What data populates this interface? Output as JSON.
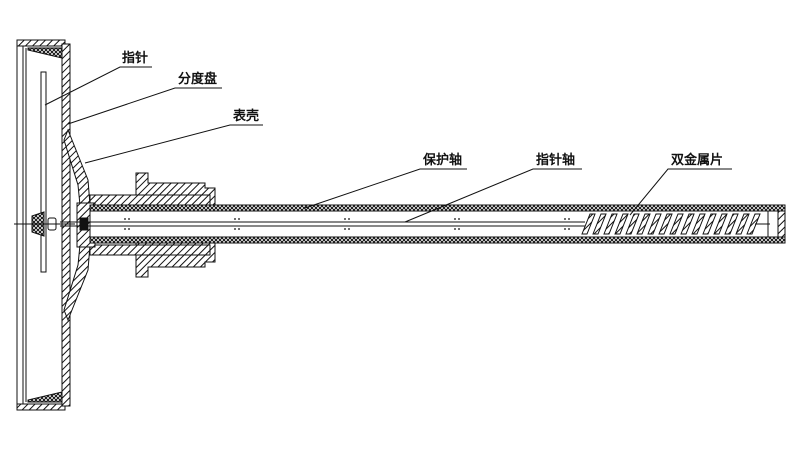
{
  "diagram": {
    "labels": {
      "pointer": "指针",
      "dial": "分度盘",
      "case": "表壳",
      "protective_tube": "保护轴",
      "pointer_shaft": "指针轴",
      "bimetal_strip": "双金属片"
    },
    "colors": {
      "line": "#111111",
      "background": "#ffffff"
    }
  }
}
